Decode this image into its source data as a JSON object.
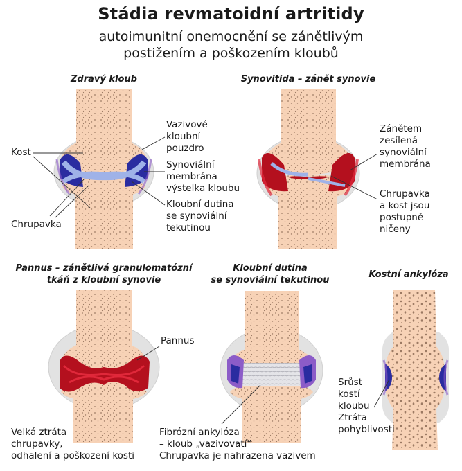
{
  "header": {
    "title": "Stádia revmatoidní artritidy",
    "subtitle_line1": "autoimunitní onemocnění se zánětlivým",
    "subtitle_line2": "postižením a poškozením kloubů"
  },
  "panels": {
    "healthy": {
      "title": "Zdravý kloub",
      "label_bone": "Kost",
      "label_cartilage": "Chrupavka",
      "label_capsule": [
        "Vazivové",
        "kloubní",
        "pouzdro"
      ],
      "label_synovial": [
        "Synoviální",
        "membrána –",
        "výstelka kloubu"
      ],
      "label_cavity": [
        "Kloubní dutina",
        "se synoviální",
        "tekutinou"
      ]
    },
    "synovitis": {
      "title": "Synovitida – zánět synovie",
      "label_thickened": [
        "Zánětem",
        "zesílená",
        "synoviální",
        "membrána"
      ],
      "label_destroyed": [
        "Chrupavka",
        "a kost jsou",
        "postupně",
        "ničeny"
      ]
    },
    "pannus": {
      "title_line1": "Pannus – zánětlivá granulomatózní",
      "title_line2": "tkáň z kloubní synovie",
      "label_pannus": "Pannus",
      "label_loss": [
        "Velká ztráta",
        "chrupavky,",
        "odhalení a poškození kosti"
      ]
    },
    "fibrous": {
      "title_line1": "Kloubní dutina",
      "title_line2": "se synoviální tekutinou",
      "label_fibrous": [
        "Fibrózní ankylóza",
        "– kloub „vazivovatí“",
        "Chrupavka je nahrazena vazivem"
      ]
    },
    "bony": {
      "title": "Kostní ankylóza",
      "label_fusion": [
        "Srůst",
        "kostí",
        "kloubu",
        "Ztráta",
        "pohyblivosti"
      ]
    }
  },
  "colors": {
    "bone": "#f7d2b6",
    "bone_pore": "#9c7a63",
    "capsule": "#dcdcdc",
    "cartilage": "#9fb2e8",
    "synovium": "#2a2ca0",
    "inflamed": "#b4101e",
    "inflamed_light": "#e0283a",
    "membrane_purple": "#8c5cc8"
  }
}
